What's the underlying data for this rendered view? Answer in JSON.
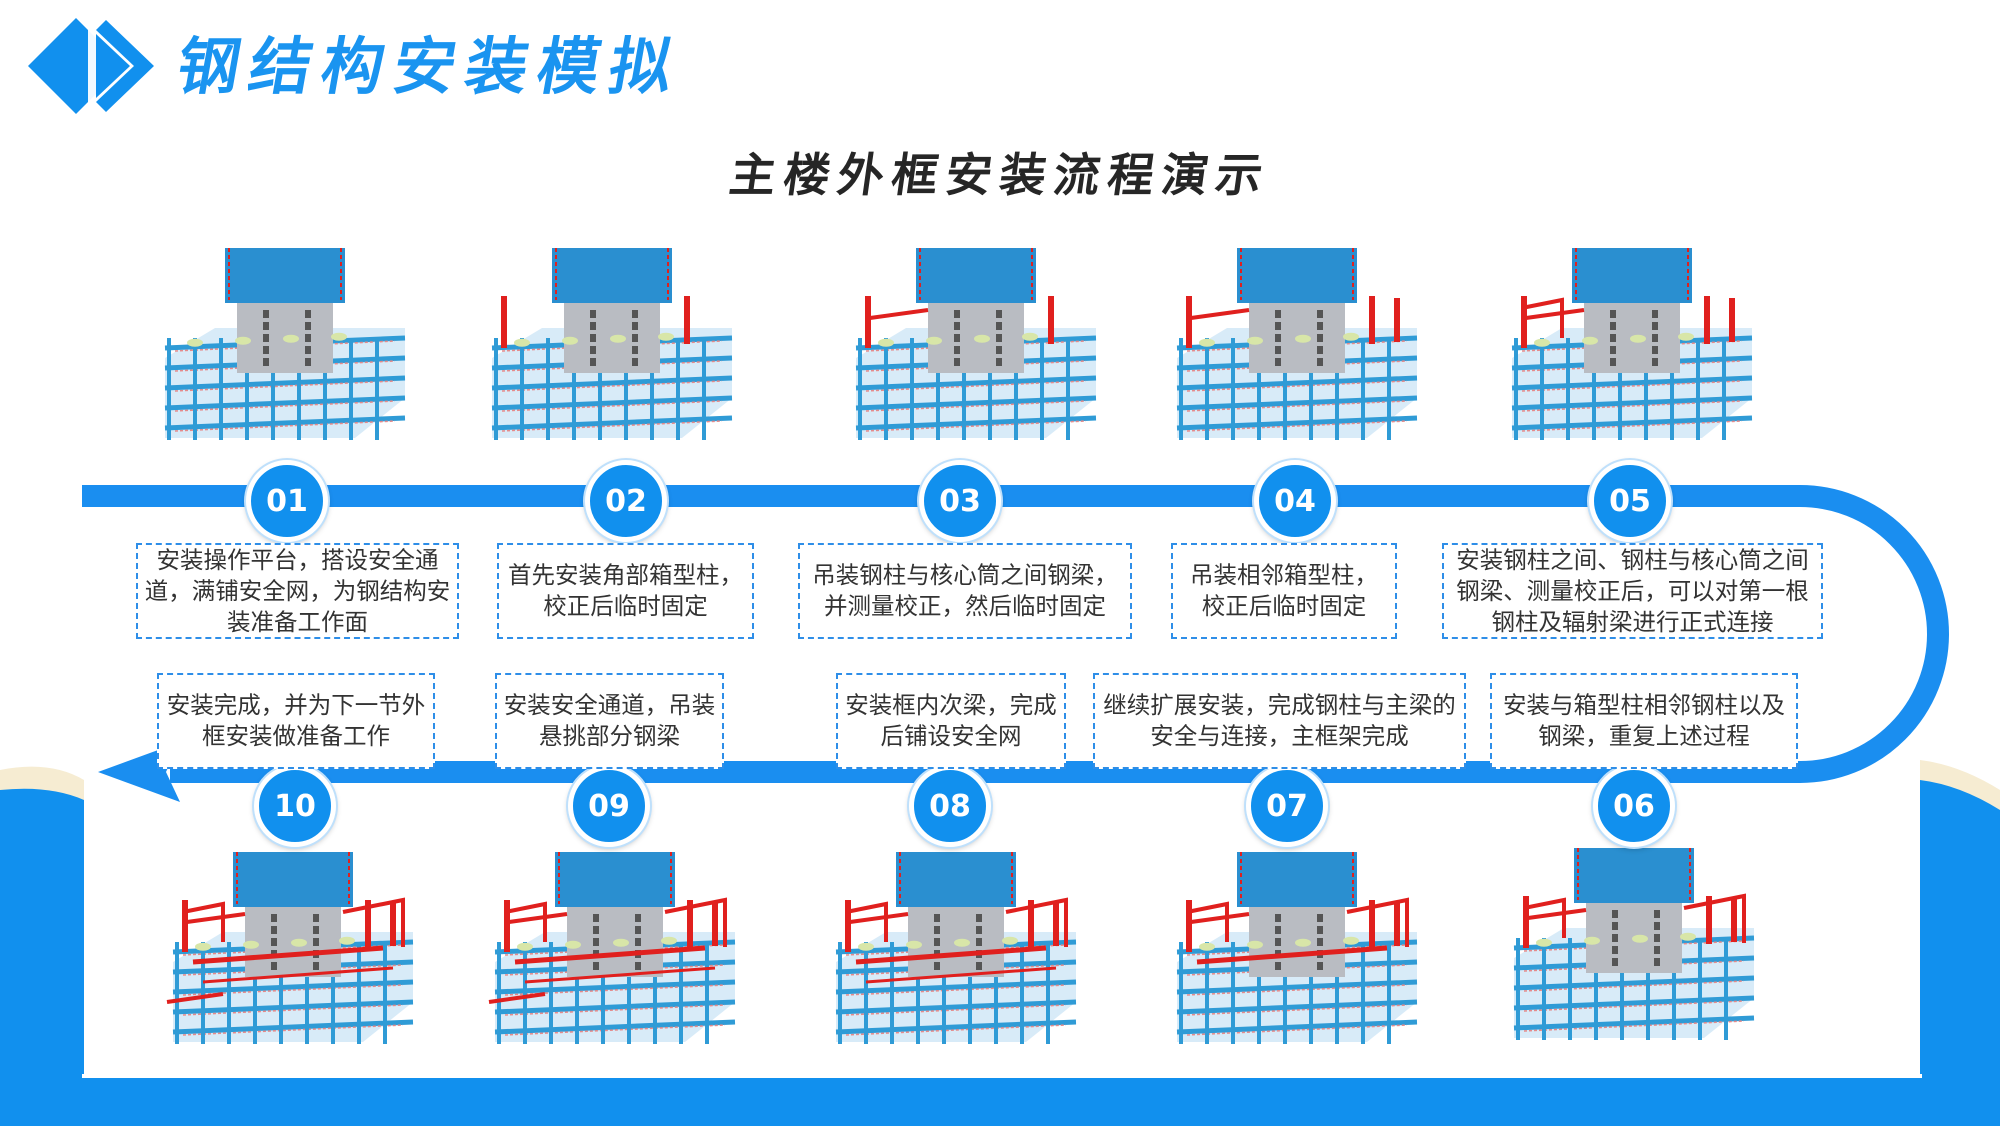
{
  "header": {
    "title": "钢结构安装模拟",
    "subtitle": "主楼外框安装流程演示"
  },
  "colors": {
    "accent": "#1190ee",
    "track": "#1a8ef0",
    "steel_blue": "#2f9bd6",
    "new_member_red": "#e0201e",
    "core_grey": "#b9bcc2",
    "safety_net_blue": "#2a8fd0"
  },
  "steps": [
    {
      "num": "01",
      "text": "安装操作平台，搭设安全通道，满铺安全网，为钢结构安装准备工作面",
      "image": "steel-model-step-01"
    },
    {
      "num": "02",
      "text": "首先安装角部箱型柱，校正后临时固定",
      "image": "steel-model-step-02"
    },
    {
      "num": "03",
      "text": "吊装钢柱与核心筒之间钢梁，并测量校正，然后临时固定",
      "image": "steel-model-step-03"
    },
    {
      "num": "04",
      "text": "吊装相邻箱型柱，校正后临时固定",
      "image": "steel-model-step-04"
    },
    {
      "num": "05",
      "text": "安装钢柱之间、钢柱与核心筒之间钢梁、测量校正后，可以对第一根钢柱及辐射梁进行正式连接",
      "image": "steel-model-step-05"
    },
    {
      "num": "06",
      "text": "安装与箱型柱相邻钢柱以及钢梁，重复上述过程",
      "image": "steel-model-step-06"
    },
    {
      "num": "07",
      "text": "继续扩展安装，完成钢柱与主梁的安全与连接，主框架完成",
      "image": "steel-model-step-07"
    },
    {
      "num": "08",
      "text": "安装框内次梁，完成后铺设安全网",
      "image": "steel-model-step-08"
    },
    {
      "num": "09",
      "text": "安装安全通道，吊装悬挑部分钢梁",
      "image": "steel-model-step-09"
    },
    {
      "num": "10",
      "text": "安装完成，并为下一节外框安装做准备工作",
      "image": "steel-model-step-10"
    }
  ]
}
